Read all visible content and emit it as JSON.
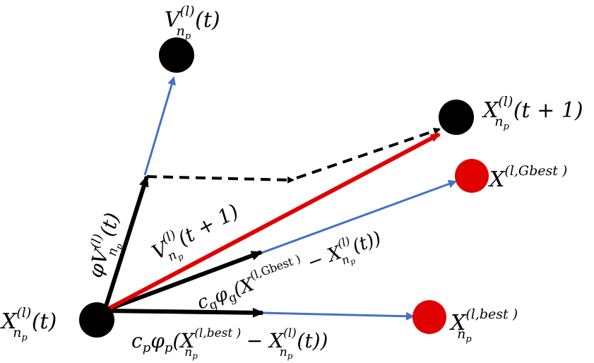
{
  "colors": {
    "black": "#000000",
    "blue": "#4472C4",
    "red": "#E00000",
    "red_node": "#E00000"
  },
  "nodes": {
    "x_t": {
      "main": "X",
      "sup": "(l)",
      "sub": "n",
      "subsub": "p",
      "arg": "(t)"
    },
    "v_t": {
      "main": "V",
      "sup": "(l)",
      "sub": "n",
      "subsub": "p",
      "arg": "(t)"
    },
    "x_t1": {
      "main": "X",
      "sup": "(l)",
      "sub": "n",
      "subsub": "p",
      "arg": "(t + 1)"
    },
    "gbest": {
      "main": "X",
      "sup": "(l,Gbest )"
    },
    "pbest": {
      "main": "X",
      "sup": "(l,best )",
      "sub": "n",
      "subsub": "p"
    }
  },
  "labels": {
    "inertia": {
      "pre": "φV",
      "sup": "(l)",
      "sub": "n",
      "subsub": "p",
      "arg": "(t)"
    },
    "v_t1": {
      "main": "V",
      "sup": "(l)",
      "sub": "n",
      "subsub": "p",
      "arg": "(t + 1)"
    },
    "social": {
      "coef": "c",
      "coef_sub": "g",
      "phi": "φ",
      "phi_sub": "g",
      "open": "(X",
      "gsup": "(l,Gbest )",
      "minus": " − X",
      "xsup": "(l)",
      "xsub": "n",
      "xsubsub": "p",
      "close": "(t))"
    },
    "cognitive": {
      "coef": "c",
      "coef_sub": "p",
      "phi": "φ",
      "phi_sub": "p",
      "open": "(X",
      "bsup": "(l,best )",
      "bsub": "n",
      "bsubsub": "p",
      "minus": " − X",
      "xsup": "(l)",
      "xsub": "n",
      "xsubsub": "p",
      "close": "(t))"
    }
  }
}
